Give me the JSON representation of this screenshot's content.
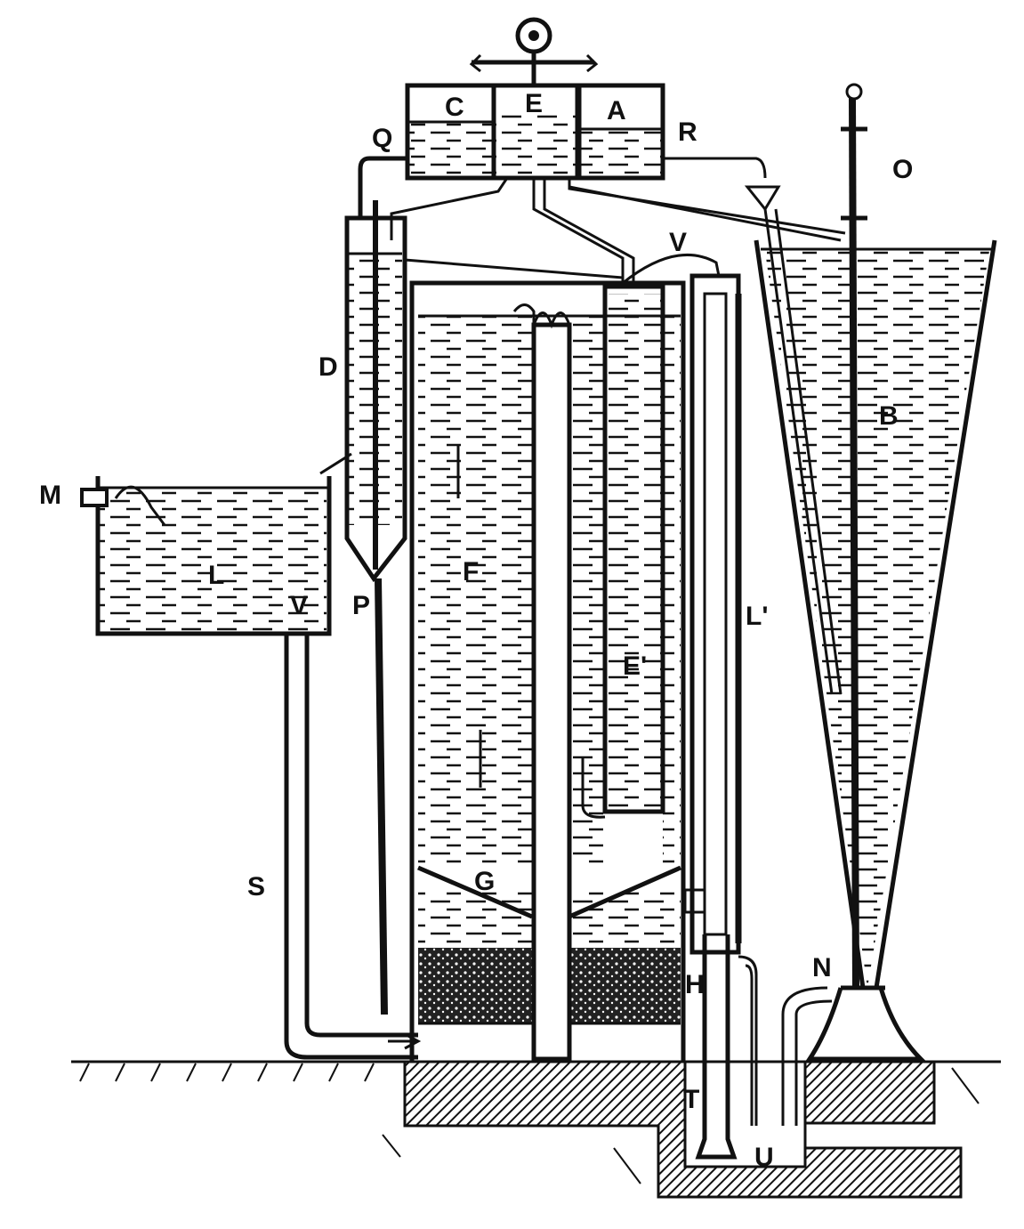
{
  "figure": {
    "colors": {
      "ink": "#111111",
      "paper": "#ffffff"
    },
    "labels": {
      "C": "C",
      "E": "E",
      "A": "A",
      "Q": "Q",
      "R": "R",
      "O": "O",
      "D": "D",
      "B": "B",
      "M": "M",
      "L": "L",
      "V_lower": "V",
      "P": "P",
      "F": "F",
      "L_prime": "L'",
      "E_prime": "E'",
      "S": "S",
      "G": "G",
      "H": "H",
      "N": "N",
      "T": "T",
      "U": "U",
      "V_upper": "V"
    }
  }
}
